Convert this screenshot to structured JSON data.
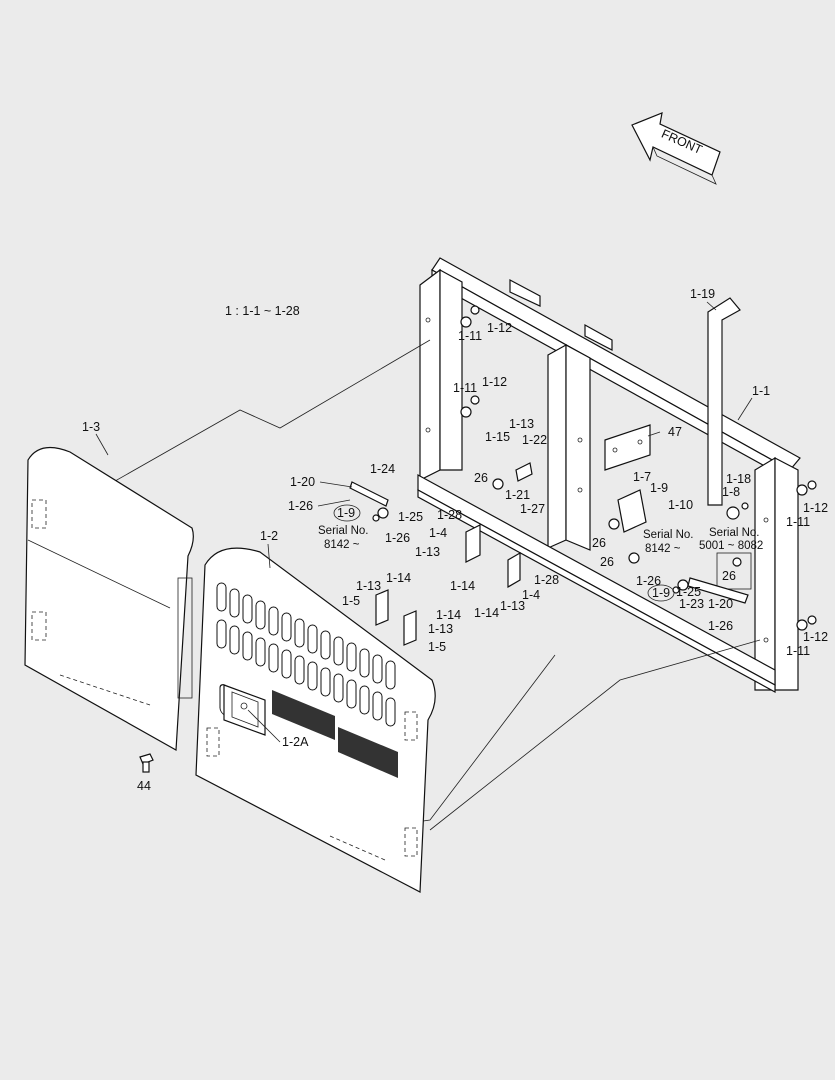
{
  "title_note": "1 : 1-1 ~ 1-28",
  "front_label": "FRONT",
  "labels": {
    "l_1_19": "1-19",
    "l_1_1": "1-1",
    "l_1_11_a": "1-11",
    "l_1_12_a": "1-12",
    "l_1_11_b": "1-11",
    "l_1_12_b": "1-12",
    "l_1_13_a": "1-13",
    "l_1_15": "1-15",
    "l_1_22": "1-22",
    "l_47": "47",
    "l_1_3": "1-3",
    "l_1_20_a": "1-20",
    "l_1_24": "1-24",
    "l_1_26_a": "1-26",
    "l_1_9_a": "1-9",
    "l_1_25_a": "1-25",
    "l_serial_a": "Serial No.",
    "l_serial_a_range": "8142 ~",
    "l_1_26_b": "1-26",
    "l_26_a": "26",
    "l_1_21": "1-21",
    "l_1_27": "1-27",
    "l_1_7": "1-7",
    "l_1_9_b": "1-9",
    "l_1_10": "1-10",
    "l_1_18": "1-18",
    "l_1_8": "1-8",
    "l_1_11_c": "1-11",
    "l_1_12_c": "1-12",
    "l_26_b": "26",
    "l_serial_b": "Serial No.",
    "l_serial_b_range": "8142 ~",
    "l_serial_c": "Serial No.",
    "l_serial_c_range": "5001 ~ 8082",
    "l_26_c": "26",
    "l_26_d": "26",
    "l_1_9_c": "1-9",
    "l_1_25_b": "1-25",
    "l_1_26_c": "1-26",
    "l_1_23": "1-23",
    "l_1_20_b": "1-20",
    "l_1_26_d": "1-26",
    "l_1_11_d": "1-11",
    "l_1_12_d": "1-12",
    "l_1_28_a": "1-28",
    "l_1_4_a": "1-4",
    "l_1_13_b": "1-13",
    "l_1_14_a": "1-14",
    "l_1_28_b": "1-28",
    "l_1_4_b": "1-4",
    "l_1_14_b": "1-14",
    "l_1_13_c": "1-13",
    "l_1_2": "1-2",
    "l_1_13_d": "1-13",
    "l_1_14_c": "1-14",
    "l_1_5_a": "1-5",
    "l_1_14_d": "1-14",
    "l_1_13_e": "1-13",
    "l_1_5_b": "1-5",
    "l_1_2a": "1-2A",
    "l_44": "44"
  }
}
